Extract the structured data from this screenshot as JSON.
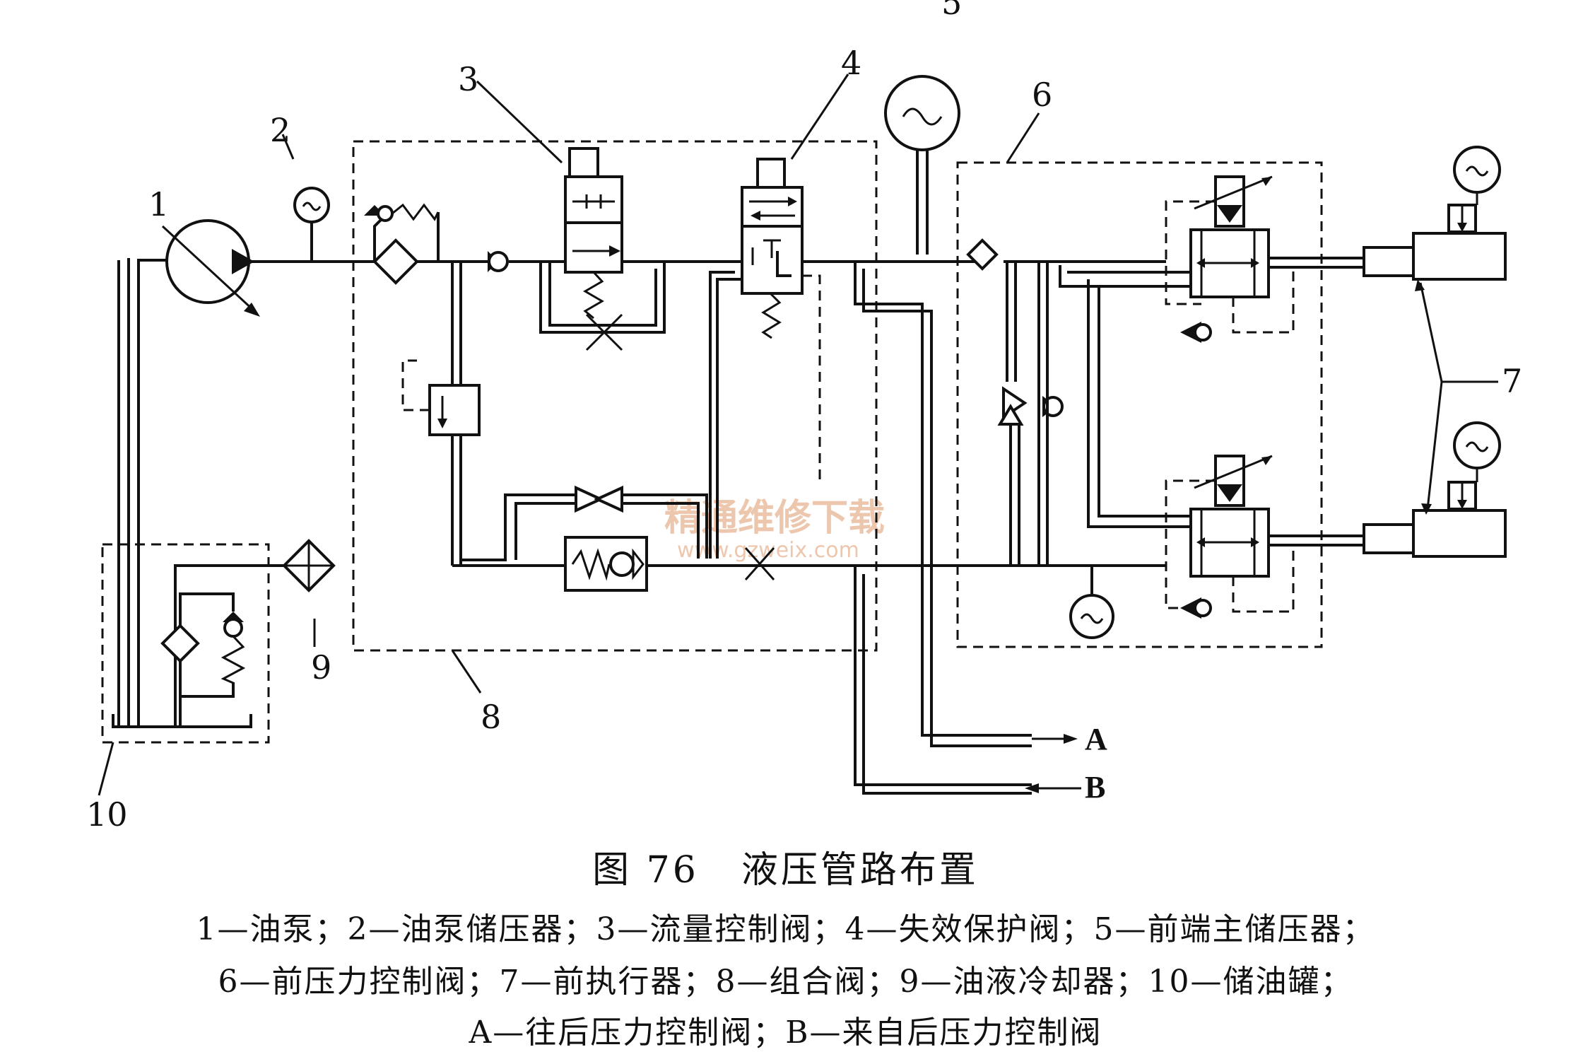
{
  "figure": {
    "number": "图 76",
    "title": "液压管路布置"
  },
  "legend_lines": [
    "1—油泵；2—油泵储压器；3—流量控制阀；4—失效保护阀；5—前端主储压器；",
    "6—前压力控制阀；7—前执行器；8—组合阀；9—油液冷却器；10—储油罐；",
    "A—往后压力控制阀；B—来自后压力控制阀"
  ],
  "callouts": [
    "1",
    "2",
    "3",
    "4",
    "5",
    "6",
    "7",
    "8",
    "9",
    "10"
  ],
  "port_labels": {
    "a": "A",
    "b": "B"
  },
  "watermark": {
    "line1": "精通维修下载",
    "line2": "www.gzweix.com"
  }
}
